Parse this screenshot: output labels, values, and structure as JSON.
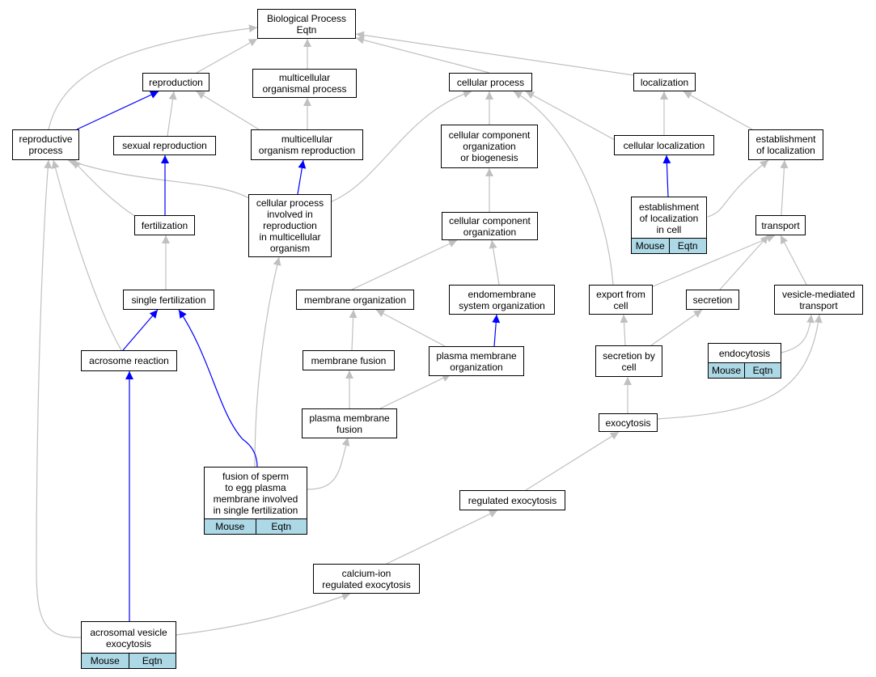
{
  "nodes": {
    "biological_process": "Biological Process\nEqtn",
    "reproduction": "reproduction",
    "multicellular_organismal_process": "multicellular\norganismal process",
    "cellular_process": "cellular process",
    "localization": "localization",
    "reproductive_process": "reproductive\nprocess",
    "sexual_reproduction": "sexual reproduction",
    "multicellular_organism_reproduction": "multicellular\norganism reproduction",
    "cellular_component_organization_or_biogenesis": "cellular component\norganization\nor biogenesis",
    "cellular_localization": "cellular localization",
    "establishment_of_localization": "establishment\nof localization",
    "fertilization": "fertilization",
    "cellular_process_in_reproduction": "cellular process\ninvolved in\nreproduction\nin multicellular\norganism",
    "cellular_component_organization": "cellular component\norganization",
    "establishment_of_localization_in_cell": "establishment\nof localization\nin cell",
    "transport": "transport",
    "single_fertilization": "single fertilization",
    "membrane_organization": "membrane organization",
    "endomembrane_system_organization": "endomembrane\nsystem organization",
    "export_from_cell": "export from\ncell",
    "secretion": "secretion",
    "vesicle_mediated_transport": "vesicle-mediated\ntransport",
    "acrosome_reaction": "acrosome reaction",
    "membrane_fusion": "membrane fusion",
    "plasma_membrane_organization": "plasma membrane\norganization",
    "secretion_by_cell": "secretion by\ncell",
    "endocytosis": "endocytosis",
    "plasma_membrane_fusion": "plasma membrane\nfusion",
    "exocytosis": "exocytosis",
    "fusion_of_sperm": "fusion of sperm\nto egg plasma\nmembrane involved\nin single fertilization",
    "regulated_exocytosis": "regulated exocytosis",
    "calcium_ion_regulated_exocytosis": "calcium-ion\nregulated exocytosis",
    "acrosomal_vesicle_exocytosis": "acrosomal vesicle\nexocytosis"
  },
  "tags": {
    "mouse": "Mouse",
    "eqtn": "Eqtn"
  },
  "colors": {
    "highlight_edge": "#0000ff",
    "edge": "#c0c0c0",
    "tag_fill": "#add8e6"
  }
}
